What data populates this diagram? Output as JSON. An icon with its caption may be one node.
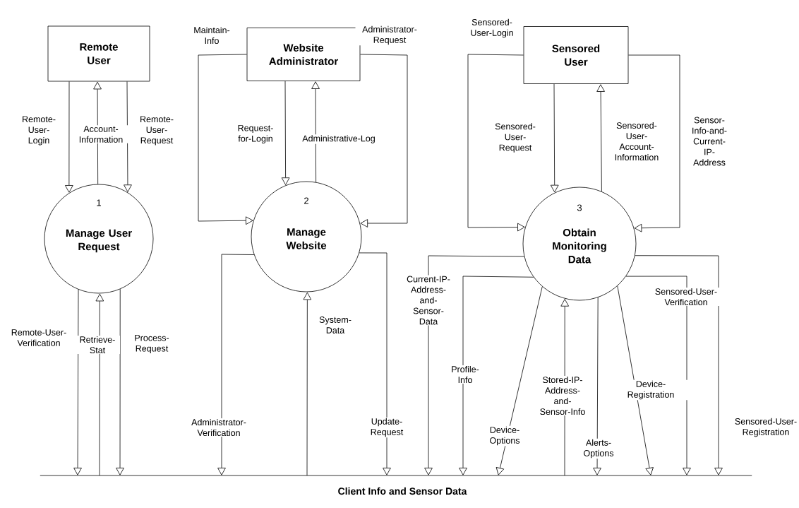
{
  "diagram": {
    "nodes": [
      {
        "text": [
          "Remote User"
        ]
      },
      {
        "text": [
          "Website Administrator"
        ]
      },
      {
        "text": [
          "Sensored User"
        ]
      },
      {
        "text": [
          "1",
          "Manage User Request"
        ]
      },
      {
        "text": [
          "2",
          "Manage Website"
        ]
      },
      {
        "text": [
          "3",
          "Obtain Monitoring Data"
        ]
      },
      {
        "text": [
          "Client Info and Sensor Data"
        ]
      }
    ],
    "edges": [
      {
        "from": 0,
        "to": 3,
        "arrow": "to",
        "label": "Remote-User-Login"
      },
      {
        "from": 3,
        "to": 0,
        "arrow": "to",
        "label": "Account-Information"
      },
      {
        "from": 0,
        "to": 3,
        "arrow": "to",
        "label": "Remote-User-Request"
      },
      {
        "from": 3,
        "to": 6,
        "arrow": "to",
        "label": "Remote-User-Verification"
      },
      {
        "from": 6,
        "to": 3,
        "arrow": "to",
        "label": "Retrieve-Stat"
      },
      {
        "from": 3,
        "to": 6,
        "arrow": "to",
        "label": "Process-Request"
      },
      {
        "from": 1,
        "to": 4,
        "arrow": "to",
        "label": "Maintain-Info"
      },
      {
        "from": 1,
        "to": 4,
        "arrow": "to",
        "label": "Administrator-Request"
      },
      {
        "from": 1,
        "to": 4,
        "arrow": "to",
        "label": "Request-for-Login"
      },
      {
        "from": 4,
        "to": 1,
        "arrow": "to",
        "label": "Administrative-Log"
      },
      {
        "from": 4,
        "to": 6,
        "arrow": "to",
        "label": "Administrator-Verification"
      },
      {
        "from": 6,
        "to": 4,
        "arrow": "to",
        "label": "System-Data"
      },
      {
        "from": 4,
        "to": 6,
        "arrow": "to",
        "label": "Update-Request"
      },
      {
        "from": 2,
        "to": 5,
        "arrow": "to",
        "label": "Sensored-User-Login"
      },
      {
        "from": 2,
        "to": 5,
        "arrow": "to",
        "label": "Sensored-User-Request"
      },
      {
        "from": 5,
        "to": 2,
        "arrow": "to",
        "label": "Sensored-User-Account-Information"
      },
      {
        "from": 2,
        "to": 5,
        "arrow": "to",
        "label": "Sensor-Info-and-Current-IP-Address"
      },
      {
        "from": 5,
        "to": 6,
        "arrow": "to",
        "label": "Current-IP-Address-and-Sensor-Data"
      },
      {
        "from": 5,
        "to": 6,
        "arrow": "to",
        "label": "Profile-Info"
      },
      {
        "from": 5,
        "to": 6,
        "arrow": "to",
        "label": "Device-Options"
      },
      {
        "from": 6,
        "to": 5,
        "arrow": "to",
        "label": "Stored-IP-Address-and-Sensor-Info"
      },
      {
        "from": 5,
        "to": 6,
        "arrow": "to",
        "label": "Alerts-Options"
      },
      {
        "from": 5,
        "to": 6,
        "arrow": "to",
        "label": "Device-Registration"
      },
      {
        "from": 5,
        "to": 6,
        "arrow": "to",
        "label": "Sensored-User-Verification"
      },
      {
        "from": 5,
        "to": 6,
        "arrow": "to",
        "label": "Sensored-User-Registration"
      }
    ]
  }
}
